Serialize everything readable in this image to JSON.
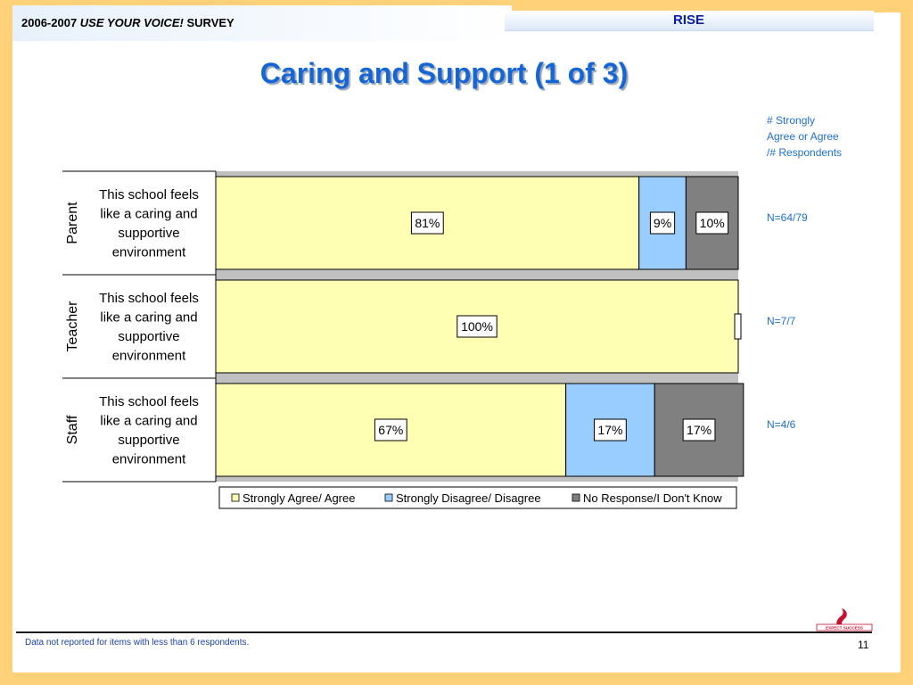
{
  "header": {
    "years": "2006-2007",
    "survey_name": "USE YOUR VOICE!",
    "survey_word": "SURVEY",
    "org": "RISE"
  },
  "title": "Caring and Support (1 of 3)",
  "side_note": [
    "# Strongly",
    "Agree or Agree",
    "/# Respondents"
  ],
  "footer": {
    "note": "Data not reported for items with less than 6 respondents.",
    "page": "11",
    "logo_text": "EXPECT SUCCESS"
  },
  "colors": {
    "agree": "#ffffb3",
    "disagree": "#99ccff",
    "no_response": "#808080",
    "accent": "#1565d6"
  },
  "chart_data": {
    "type": "bar",
    "orientation": "horizontal",
    "stacked": true,
    "xlim": [
      0,
      100
    ],
    "categories": [
      {
        "group": "Parent",
        "item": [
          "This school feels",
          "like a caring and",
          "supportive",
          "environment"
        ],
        "n": "N=64/79"
      },
      {
        "group": "Teacher",
        "item": [
          "This school feels",
          "like a caring and",
          "supportive",
          "environment"
        ],
        "n": "N=7/7"
      },
      {
        "group": "Staff",
        "item": [
          "This school feels",
          "like a caring and",
          "supportive",
          "environment"
        ],
        "n": "N=4/6"
      }
    ],
    "series": [
      {
        "name": "Strongly Agree/ Agree",
        "values": [
          81,
          100,
          67
        ],
        "labels": [
          "81%",
          "100%",
          "67%"
        ],
        "color": "#ffffb3"
      },
      {
        "name": "Strongly Disagree/ Disagree",
        "values": [
          9,
          0,
          17
        ],
        "labels": [
          "9%",
          "",
          "17%"
        ],
        "color": "#99ccff"
      },
      {
        "name": "No Response/I Don't Know",
        "values": [
          10,
          0,
          17
        ],
        "labels": [
          "10%",
          "",
          "17%"
        ],
        "color": "#808080"
      }
    ],
    "legend": "bottom"
  }
}
